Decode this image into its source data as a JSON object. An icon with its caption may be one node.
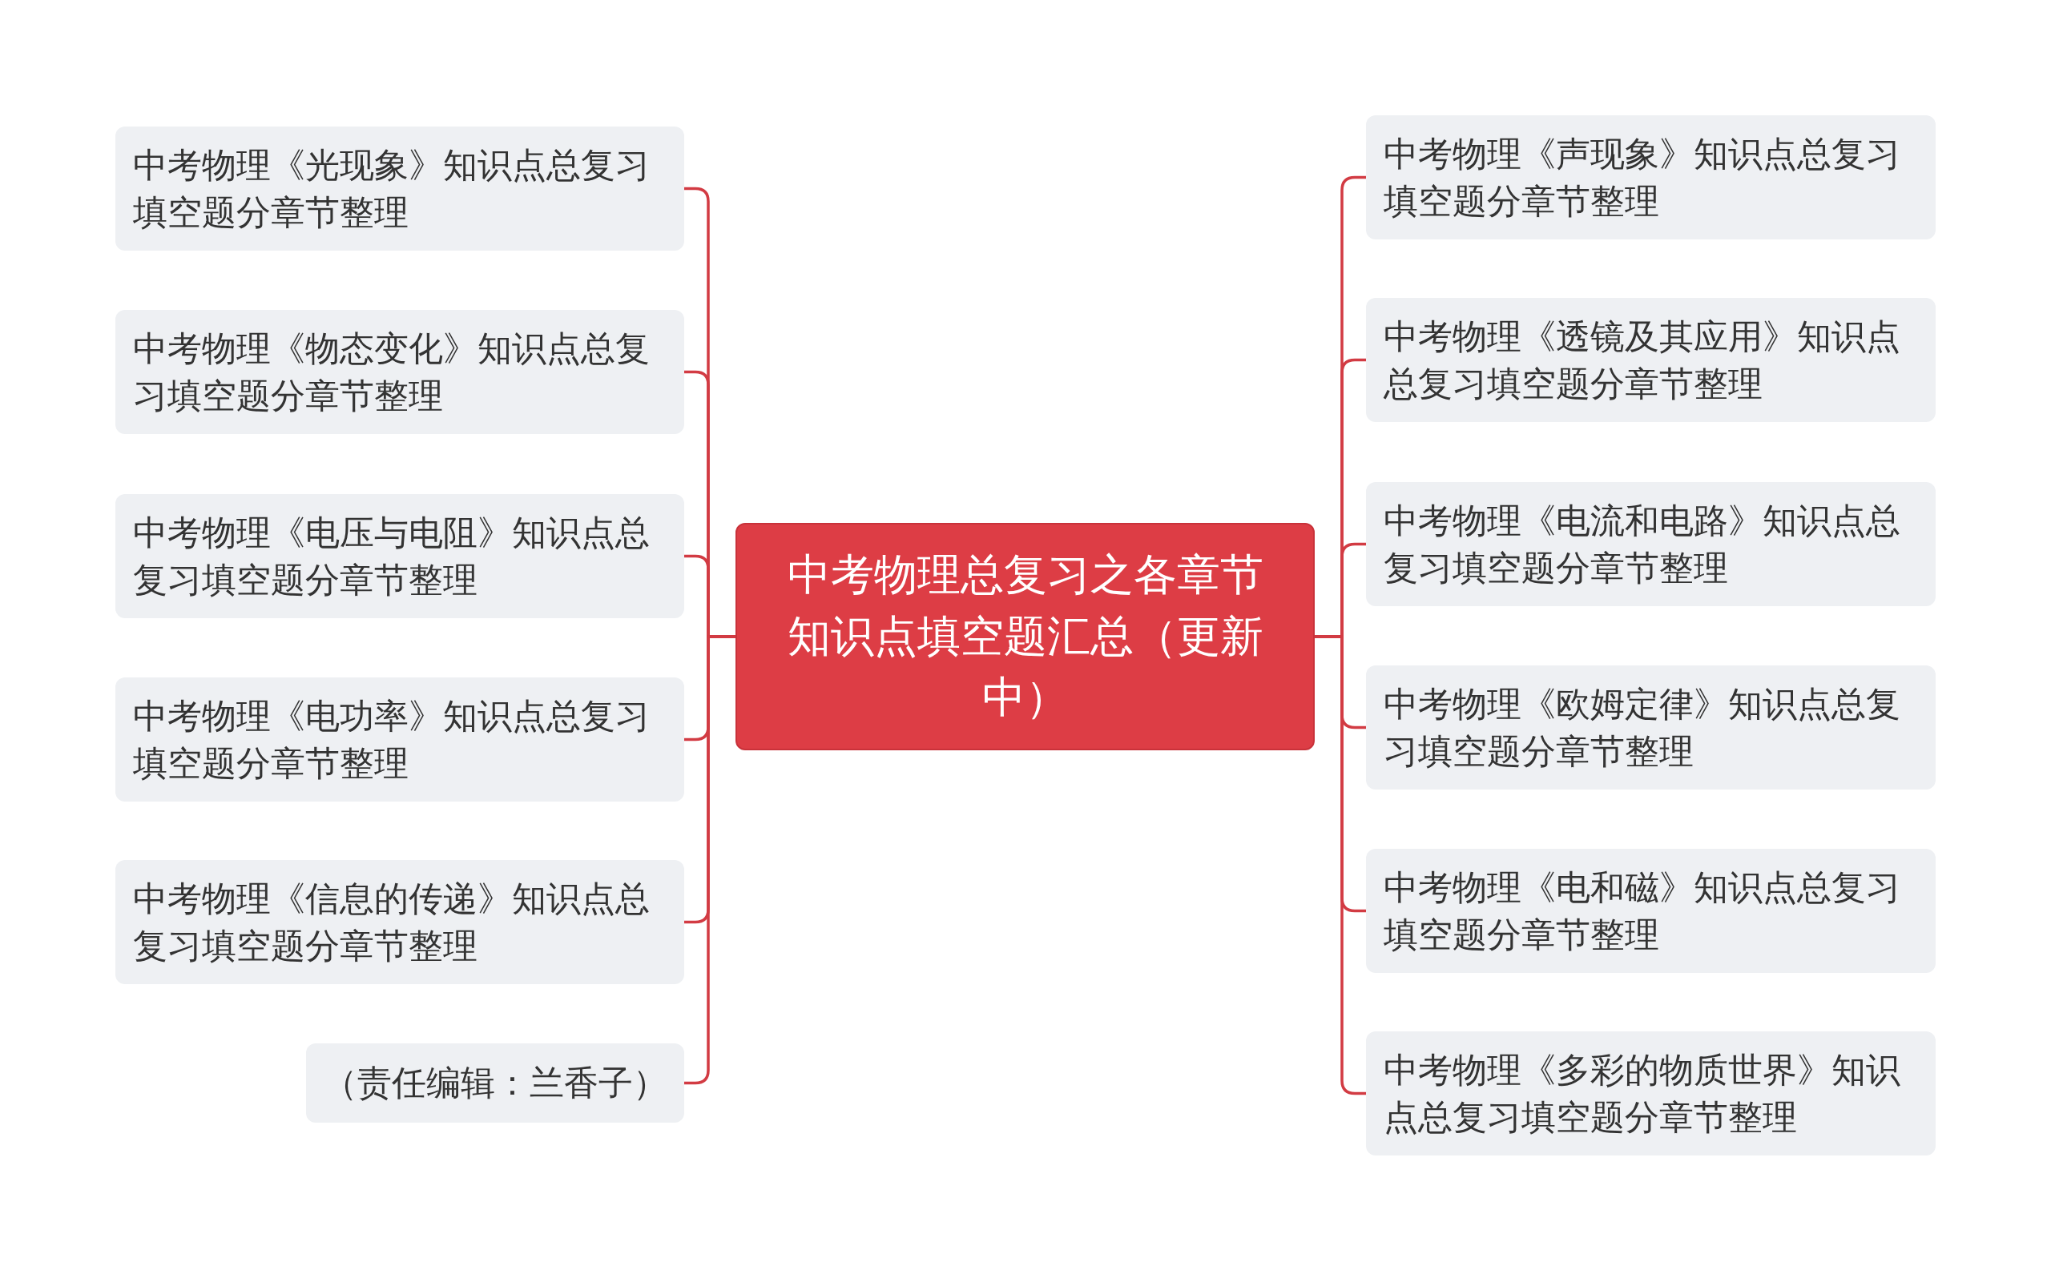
{
  "diagram": {
    "nodes": [
      {
        "text": [
          "中考物理总复习之各章节知识点填空题汇总（更新中）"
        ]
      },
      {
        "text": [
          "中考物理《光现象》知识点总复习填空题分章节整理"
        ]
      },
      {
        "text": [
          "中考物理《物态变化》知识点总复习填空题分章节整理"
        ]
      },
      {
        "text": [
          "中考物理《电压与电阻》知识点总复习填空题分章节整理"
        ]
      },
      {
        "text": [
          "中考物理《电功率》知识点总复习填空题分章节整理"
        ]
      },
      {
        "text": [
          "中考物理《信息的传递》知识点总复习填空题分章节整理"
        ]
      },
      {
        "text": [
          "（责任编辑：兰香子）"
        ]
      },
      {
        "text": [
          "中考物理《声现象》知识点总复习填空题分章节整理"
        ]
      },
      {
        "text": [
          "中考物理《透镜及其应用》知识点总复习填空题分章节整理"
        ]
      },
      {
        "text": [
          "中考物理《电流和电路》知识点总复习填空题分章节整理"
        ]
      },
      {
        "text": [
          "中考物理《欧姆定律》知识点总复习填空题分章节整理"
        ]
      },
      {
        "text": [
          "中考物理《电和磁》知识点总复习填空题分章节整理"
        ]
      },
      {
        "text": [
          "中考物理《多彩的物质世界》知识点总复习填空题分章节整理"
        ]
      }
    ],
    "edges": [
      {
        "from": 0,
        "to": 1,
        "arrow": "none"
      },
      {
        "from": 0,
        "to": 2,
        "arrow": "none"
      },
      {
        "from": 0,
        "to": 3,
        "arrow": "none"
      },
      {
        "from": 0,
        "to": 4,
        "arrow": "none"
      },
      {
        "from": 0,
        "to": 5,
        "arrow": "none"
      },
      {
        "from": 0,
        "to": 6,
        "arrow": "none"
      },
      {
        "from": 0,
        "to": 7,
        "arrow": "none"
      },
      {
        "from": 0,
        "to": 8,
        "arrow": "none"
      },
      {
        "from": 0,
        "to": 9,
        "arrow": "none"
      },
      {
        "from": 0,
        "to": 10,
        "arrow": "none"
      },
      {
        "from": 0,
        "to": 11,
        "arrow": "none"
      },
      {
        "from": 0,
        "to": 12,
        "arrow": "none"
      }
    ]
  }
}
